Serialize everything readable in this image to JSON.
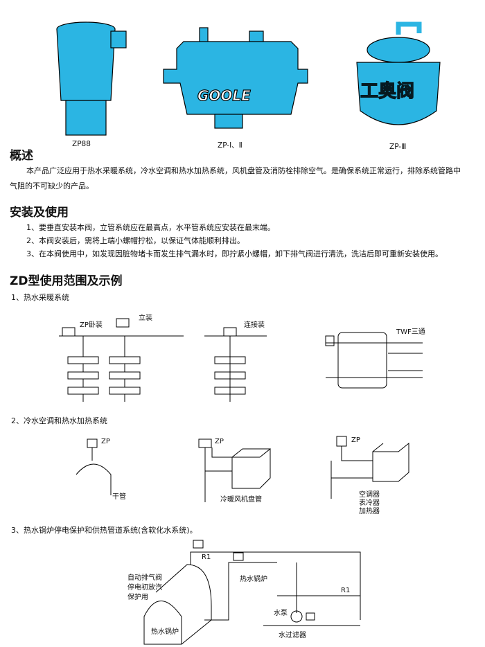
{
  "products": [
    {
      "label": "ZP88"
    },
    {
      "label": "ZP-Ⅰ、Ⅱ",
      "logo": "GOOLE"
    },
    {
      "label": "ZP-Ⅲ",
      "watermark": "工奥阀"
    }
  ],
  "overview": {
    "title": "概述",
    "text1": "本产品广泛应用于热水采暖系统，冷水空调和热水加热系统，风机盘管及消防栓排除空气。是确保系统正常运行，排除系统管路中",
    "text2": "气阻的不可缺少的产品。"
  },
  "install": {
    "title": "安装及使用",
    "items": [
      "1、要垂直安装本阀，立管系统应在最高点，水平管系统应安装在最末端。",
      "2、本阀安装后，需将上端小螺帽拧松，以保证气体能顺利排出。",
      "3、在本阀使用中，如发现因脏物堵卡而发生排气漏水时，即拧紧小螺帽，卸下排气阀进行清洗，洗洁后即可重新安装使用。"
    ]
  },
  "zd": {
    "title": "ZD型使用范围及示例",
    "s1": {
      "title": "1、热水采暖系统",
      "zp_horizontal": "ZP卧装",
      "vertical": "立装",
      "connect": "连接装",
      "twf": "TWF三通"
    },
    "s2": {
      "title": "2、冷水空调和热水加热系统",
      "zp": "ZP",
      "main_pipe": "干管",
      "fan_coil": "冷暖风机盘管",
      "ac1": "空调器",
      "ac2": "表冷器",
      "ac3": "加热器"
    },
    "s3": {
      "title": "3、热水锅炉停电保护和供热管道系统(含软化水系统)。",
      "r1": "R1",
      "valve1": "自动排气阀",
      "valve2": "停电初放汽",
      "valve3": "保护用",
      "boiler": "热水锅炉",
      "boiler_pipe": "热水锅炉",
      "pump": "水泵",
      "filter": "水过滤器"
    }
  }
}
